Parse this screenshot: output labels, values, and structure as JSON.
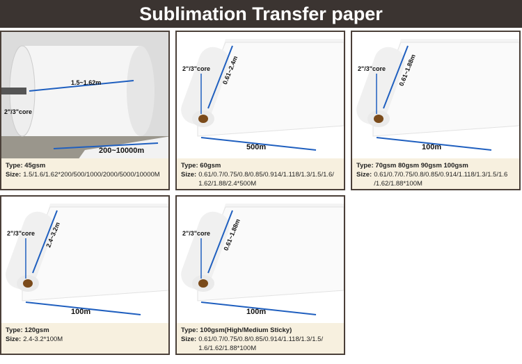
{
  "title": "Sublimation Transfer paper",
  "cards": [
    {
      "type_label": "Type:",
      "type": "45gsm",
      "size_label": "Size:",
      "size": "1.5/1.6/1.62*200/500/1000/2000/5000/10000M",
      "core": "2\"/3\"core",
      "width": "1.5~1.62m",
      "length": "200~10000m"
    },
    {
      "type_label": "Type:",
      "type": "60gsm",
      "size_label": "Size:",
      "size": "0.61/0.7/0.75/0.8/0.85/0.914/1.118/1.3/1.5/1.6/ 1.62/1.88/2.4*500M",
      "core": "2\"/3\"core",
      "width": "0.61~2.4m",
      "length": "500m"
    },
    {
      "type_label": "Type:",
      "type": "70gsm  80gsm  90gsm  100gsm",
      "size_label": "Size:",
      "size": "0.61/0.7/0.75/0.8/0.85/0.914/1.118/1.3/1.5/1.6 /1.62/1.88*100M",
      "core": "2\"/3\"core",
      "width": "0.61~1.88m",
      "length": "100m"
    },
    {
      "type_label": "Type:",
      "type": "120gsm",
      "size_label": "Size:",
      "size": "2.4-3.2*100M",
      "core": "2\"/3\"core",
      "width": "2.4~3.2m",
      "length": "100m"
    },
    {
      "type_label": "Type:",
      "type": "100gsm(High/Medium Sticky)",
      "size_label": "Size:",
      "size": "0.61/0.7/0.75/0.8/0.85/0.914/1.118/1.3/1.5/ 1.6/1.62/1.88*100M",
      "core": "2\"/3\"core",
      "width": "0.61~1.88m",
      "length": "100m"
    }
  ],
  "colors": {
    "title_bg": "#3b3431",
    "caption_bg": "#f7f0df",
    "arrow": "#1f5fbf"
  }
}
